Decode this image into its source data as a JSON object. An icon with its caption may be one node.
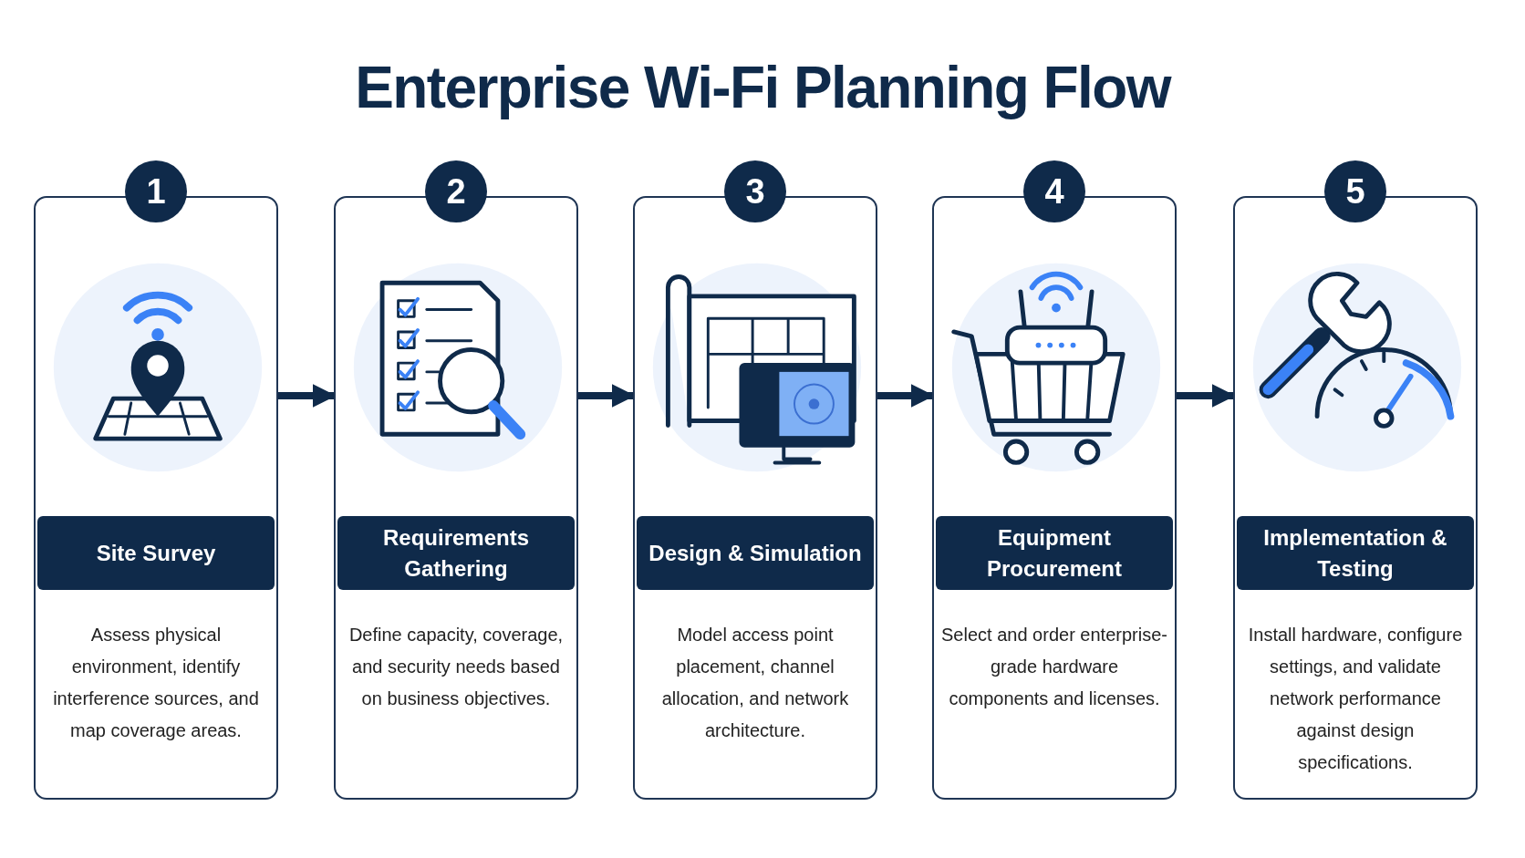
{
  "diagram": {
    "title": "Enterprise Wi-Fi Planning Flow",
    "nodes": [
      {
        "text": [
          "1"
        ]
      },
      {
        "text": [
          "Site Survey",
          "Assess physical environment, identify interference sources, and map coverage areas."
        ]
      },
      {
        "text": [
          "2"
        ]
      },
      {
        "text": [
          "Requirements Gathering",
          "Define capacity, coverage, and security needs based on business objectives."
        ]
      },
      {
        "text": [
          "3"
        ]
      },
      {
        "text": [
          "Design & Simulation",
          "Model access point placement, channel allocation, and network architecture."
        ]
      },
      {
        "text": [
          "4"
        ]
      },
      {
        "text": [
          "Equipment Procurement",
          "Select and order enterprise-grade hardware components and licenses."
        ]
      },
      {
        "text": [
          "5"
        ]
      },
      {
        "text": [
          "Implementation & Testing",
          "Install hardware, configure settings, and validate network performance against design specifications."
        ]
      }
    ],
    "edges": [
      {
        "from": 1,
        "to": 3,
        "arrow": "to"
      },
      {
        "from": 3,
        "to": 5,
        "arrow": "to"
      },
      {
        "from": 5,
        "to": 7,
        "arrow": "to"
      },
      {
        "from": 7,
        "to": 9,
        "arrow": "to"
      }
    ]
  }
}
